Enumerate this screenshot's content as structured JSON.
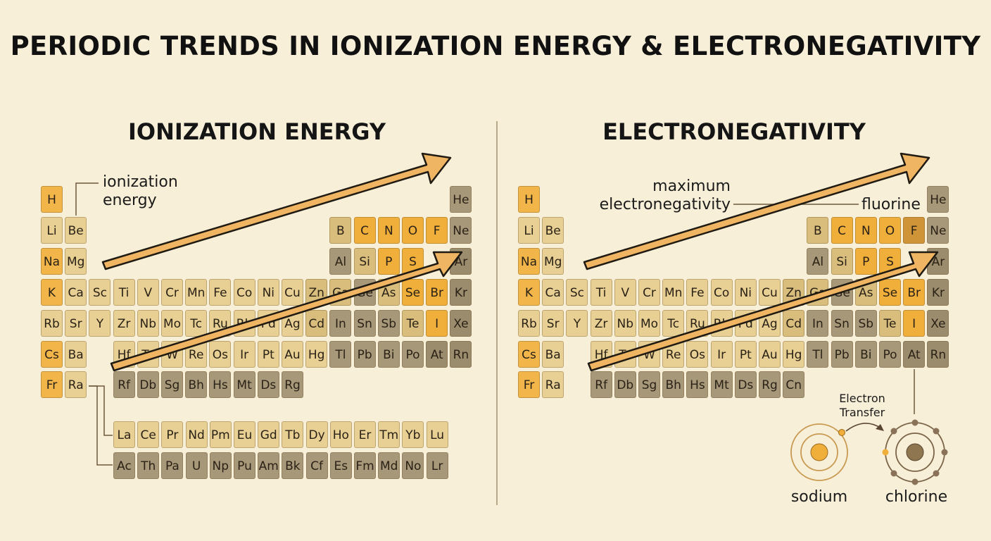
{
  "title": "PERIODIC TRENDS IN IONIZATION ENERGY & ELECTRONEGATIVITY",
  "colors": {
    "background": "#f8efd8",
    "alkali": "#f2b54a",
    "light": "#e8cf94",
    "medium": "#d8bd7c",
    "gray": "#a8987a",
    "dark": "#9c8c6e",
    "orange": "#f0ae3a",
    "arrow_fill": "#f0b563",
    "arrow_stroke": "#1f1a12",
    "fluorine_highlight": "#cf9438"
  },
  "panels": [
    {
      "id": "ionization",
      "title": "IONIZATION ENERGY",
      "annotation_lines": [
        "ionization",
        "energy"
      ]
    },
    {
      "id": "electronegativity",
      "title": "ELECTRONEGATIVITY",
      "annotation_lines": [
        "maximum",
        "electronegativity"
      ],
      "highlight_label": "fluorine",
      "electron_transfer_lines": [
        "Electron",
        "Transfer"
      ],
      "atoms": [
        {
          "name": "sodium",
          "icon": "sodium-atom-icon"
        },
        {
          "name": "chlorine",
          "icon": "chlorine-atom-icon"
        }
      ]
    }
  ],
  "tables": [
    {
      "panel": "ionization",
      "rows": [
        {
          "symbols": [
            "H",
            "He"
          ],
          "cols": [
            0,
            17
          ],
          "shades": [
            "alkali",
            "gray"
          ]
        },
        {
          "symbols": [
            "Li",
            "Be",
            "B",
            "C",
            "N",
            "O",
            "F",
            "Ne"
          ],
          "cols": [
            0,
            1,
            12,
            13,
            14,
            15,
            16,
            17
          ],
          "shades": [
            "light",
            "light",
            "medium",
            "orange",
            "orange",
            "orange",
            "orange",
            "gray"
          ]
        },
        {
          "symbols": [
            "Na",
            "Mg",
            "Al",
            "Si",
            "P",
            "S",
            "Ar"
          ],
          "cols": [
            0,
            1,
            12,
            13,
            14,
            15,
            17
          ],
          "shades": [
            "alkali",
            "light",
            "gray",
            "medium",
            "orange",
            "orange",
            "dark"
          ]
        },
        {
          "symbols": [
            "K",
            "Ca",
            "Sc",
            "Ti",
            "V",
            "Cr",
            "Mn",
            "Fe",
            "Co",
            "Ni",
            "Cu",
            "Zn",
            "Ga",
            "Ge",
            "As",
            "Se",
            "Br",
            "Kr"
          ],
          "cols": [
            0,
            1,
            2,
            3,
            4,
            5,
            6,
            7,
            8,
            9,
            10,
            11,
            12,
            13,
            14,
            15,
            16,
            17
          ],
          "shades": [
            "alkali",
            "light",
            "light",
            "light",
            "light",
            "light",
            "light",
            "light",
            "light",
            "light",
            "light",
            "medium",
            "medium",
            "gray",
            "medium",
            "orange",
            "orange",
            "dark"
          ]
        },
        {
          "symbols": [
            "Rb",
            "Sr",
            "Y",
            "Zr",
            "Nb",
            "Mo",
            "Tc",
            "Ru",
            "Rh",
            "Pd",
            "Ag",
            "Cd",
            "In",
            "Sn",
            "Sb",
            "Te",
            "I",
            "Xe"
          ],
          "cols": [
            0,
            1,
            2,
            3,
            4,
            5,
            6,
            7,
            8,
            9,
            10,
            11,
            12,
            13,
            14,
            15,
            16,
            17
          ],
          "shades": [
            "light",
            "light",
            "light",
            "light",
            "light",
            "light",
            "light",
            "light",
            "light",
            "light",
            "light",
            "medium",
            "gray",
            "gray",
            "gray",
            "medium",
            "orange",
            "dark"
          ]
        },
        {
          "symbols": [
            "Cs",
            "Ba",
            "Hf",
            "Ta",
            "W",
            "Re",
            "Os",
            "Ir",
            "Pt",
            "Au",
            "Hg",
            "Tl",
            "Pb",
            "Bi",
            "Po",
            "At",
            "Rn"
          ],
          "cols": [
            0,
            1,
            3,
            4,
            5,
            6,
            7,
            8,
            9,
            10,
            11,
            12,
            13,
            14,
            15,
            16,
            17
          ],
          "shades": [
            "alkali",
            "light",
            "light",
            "light",
            "light",
            "light",
            "light",
            "light",
            "light",
            "light",
            "light",
            "gray",
            "gray",
            "gray",
            "gray",
            "dark",
            "dark"
          ]
        },
        {
          "symbols": [
            "Fr",
            "Ra",
            "Rf",
            "Db",
            "Sg",
            "Bh",
            "Hs",
            "Mt",
            "Ds",
            "Rg"
          ],
          "cols": [
            0,
            1,
            3,
            4,
            5,
            6,
            7,
            8,
            9,
            10
          ],
          "shades": [
            "alkali",
            "light",
            "gray",
            "gray",
            "gray",
            "gray",
            "gray",
            "gray",
            "gray",
            "gray"
          ]
        }
      ],
      "f_block": [
        {
          "symbols": [
            "La",
            "Ce",
            "Pr",
            "Nd",
            "Pm",
            "Eu",
            "Gd",
            "Tb",
            "Dy",
            "Ho",
            "Er",
            "Tm",
            "Yb",
            "Lu"
          ],
          "shades": [
            "light",
            "light",
            "light",
            "light",
            "light",
            "light",
            "light",
            "light",
            "light",
            "light",
            "light",
            "light",
            "light",
            "light"
          ]
        },
        {
          "symbols": [
            "Ac",
            "Th",
            "Pa",
            "U",
            "Np",
            "Pu",
            "Am",
            "Bk",
            "Cf",
            "Es",
            "Fm",
            "Md",
            "No",
            "Lr"
          ],
          "shades": [
            "gray",
            "gray",
            "gray",
            "gray",
            "gray",
            "gray",
            "gray",
            "gray",
            "gray",
            "gray",
            "gray",
            "gray",
            "gray",
            "gray"
          ]
        }
      ]
    },
    {
      "panel": "electronegativity",
      "rows": [
        {
          "symbols": [
            "H",
            "He"
          ],
          "cols": [
            0,
            17
          ],
          "shades": [
            "alkali",
            "gray"
          ]
        },
        {
          "symbols": [
            "Li",
            "Be",
            "B",
            "C",
            "N",
            "O",
            "F",
            "Ne"
          ],
          "cols": [
            0,
            1,
            12,
            13,
            14,
            15,
            16,
            17
          ],
          "shades": [
            "light",
            "light",
            "medium",
            "orange",
            "orange",
            "orange",
            "fluorine_highlight",
            "gray"
          ]
        },
        {
          "symbols": [
            "Na",
            "Mg",
            "Al",
            "Si",
            "P",
            "S",
            "Ar"
          ],
          "cols": [
            0,
            1,
            12,
            13,
            14,
            15,
            17
          ],
          "shades": [
            "alkali",
            "light",
            "gray",
            "medium",
            "orange",
            "orange",
            "dark"
          ]
        },
        {
          "symbols": [
            "K",
            "Ca",
            "Sc",
            "Ti",
            "V",
            "Cr",
            "Mn",
            "Fe",
            "Co",
            "Ni",
            "Cu",
            "Zn",
            "Ga",
            "Ge",
            "As",
            "Se",
            "Br",
            "Kr"
          ],
          "cols": [
            0,
            1,
            2,
            3,
            4,
            5,
            6,
            7,
            8,
            9,
            10,
            11,
            12,
            13,
            14,
            15,
            16,
            17
          ],
          "shades": [
            "alkali",
            "light",
            "light",
            "light",
            "light",
            "light",
            "light",
            "light",
            "light",
            "light",
            "light",
            "medium",
            "medium",
            "gray",
            "medium",
            "orange",
            "orange",
            "dark"
          ]
        },
        {
          "symbols": [
            "Rb",
            "Sr",
            "Y",
            "Zr",
            "Nb",
            "Mo",
            "Tc",
            "Ru",
            "Rh",
            "Pd",
            "Ag",
            "Cd",
            "In",
            "Sn",
            "Sb",
            "Te",
            "I",
            "Xe"
          ],
          "cols": [
            0,
            1,
            2,
            3,
            4,
            5,
            6,
            7,
            8,
            9,
            10,
            11,
            12,
            13,
            14,
            15,
            16,
            17
          ],
          "shades": [
            "light",
            "light",
            "light",
            "light",
            "light",
            "light",
            "light",
            "light",
            "light",
            "light",
            "light",
            "medium",
            "gray",
            "gray",
            "gray",
            "medium",
            "orange",
            "dark"
          ]
        },
        {
          "symbols": [
            "Cs",
            "Ba",
            "Hf",
            "Ta",
            "W",
            "Re",
            "Os",
            "Ir",
            "Pt",
            "Au",
            "Hg",
            "Tl",
            "Pb",
            "Bi",
            "Po",
            "At",
            "Rn"
          ],
          "cols": [
            0,
            1,
            3,
            4,
            5,
            6,
            7,
            8,
            9,
            10,
            11,
            12,
            13,
            14,
            15,
            16,
            17
          ],
          "shades": [
            "alkali",
            "light",
            "light",
            "light",
            "light",
            "light",
            "light",
            "light",
            "light",
            "light",
            "light",
            "gray",
            "gray",
            "gray",
            "gray",
            "dark",
            "dark"
          ]
        },
        {
          "symbols": [
            "Fr",
            "Ra",
            "Rf",
            "Db",
            "Sg",
            "Bh",
            "Hs",
            "Mt",
            "Ds",
            "Rg",
            "Cn"
          ],
          "cols": [
            0,
            1,
            3,
            4,
            5,
            6,
            7,
            8,
            9,
            10,
            11
          ],
          "shades": [
            "alkali",
            "light",
            "gray",
            "gray",
            "gray",
            "gray",
            "gray",
            "gray",
            "gray",
            "gray",
            "gray"
          ]
        }
      ]
    }
  ]
}
